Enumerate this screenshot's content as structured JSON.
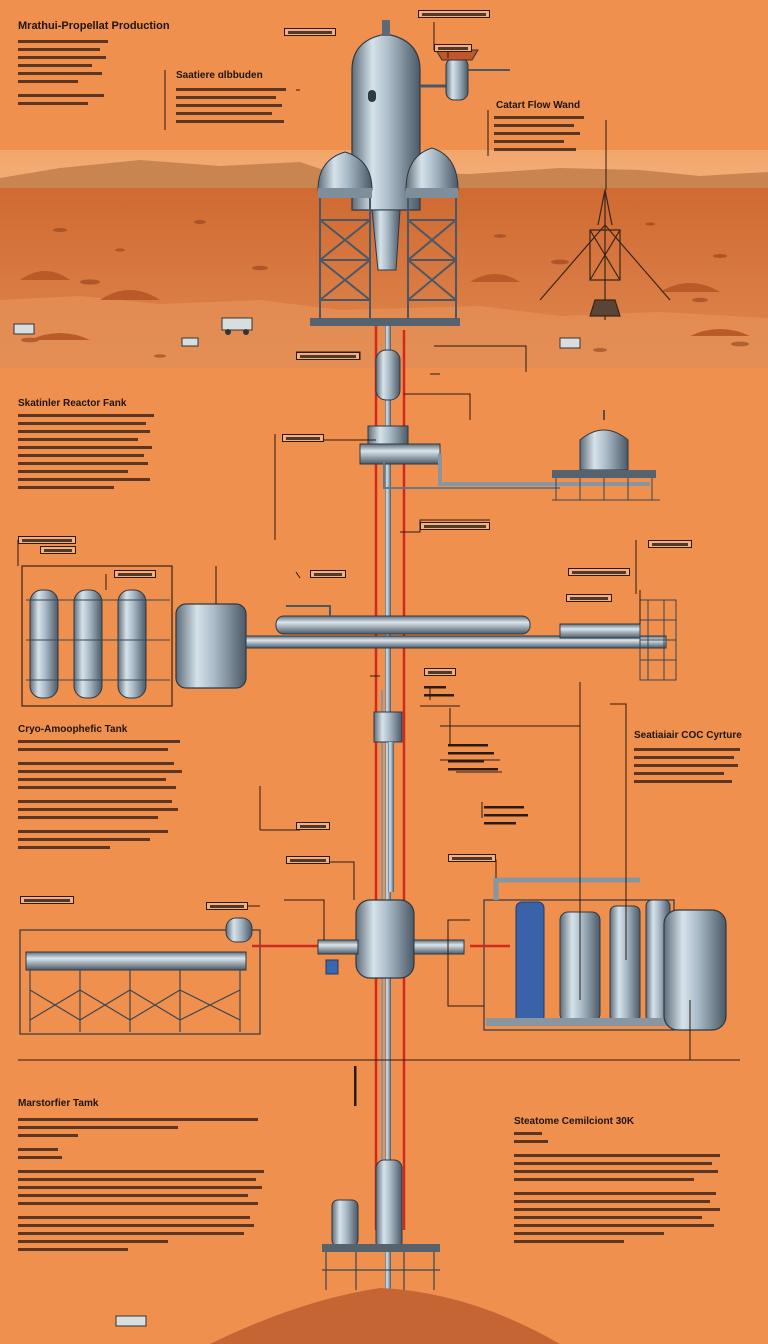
{
  "title": "Mrathui-Propellat Production",
  "labels": {
    "station_production": "Saatiere ɑlbbuden",
    "flow_wand": "Catart Flow Wand",
    "reactor_tank": "Skatinler Reactor Fank",
    "cryo_tank": "Cryo-Amoophefic Tank",
    "co2_capture": "Seatiaiair COC Cyrture",
    "storage_tank": "Marstorfier Tamk",
    "combustion": "Steatome Cemilciont 30K"
  },
  "colors": {
    "background": "#f0904e",
    "pipe_red": "#d02a1c",
    "steel": "#9fb4c4",
    "steel_dark": "#4a5866",
    "line": "#2a1a12",
    "ground": "#d8733c"
  }
}
